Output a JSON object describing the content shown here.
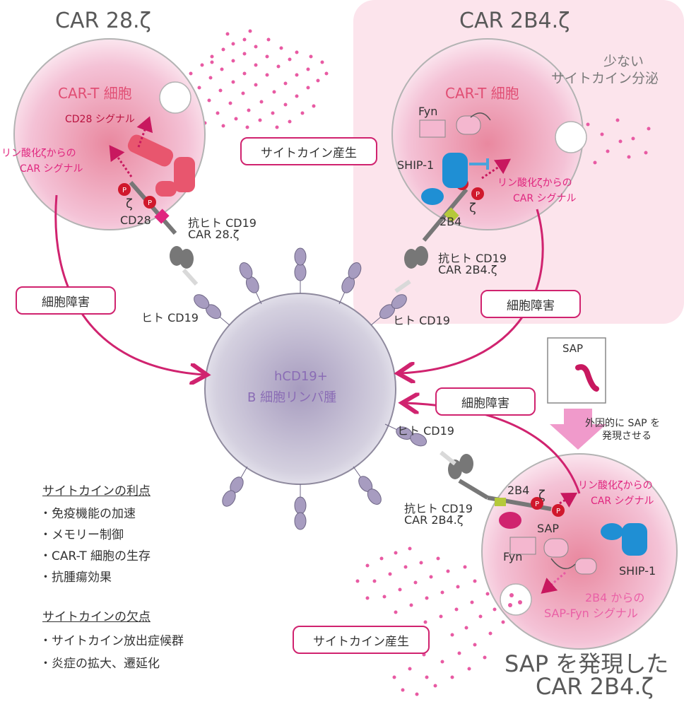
{
  "left": {
    "title": "CAR 28.ζ",
    "cell_label": "CAR-T 細胞",
    "cd28_signal": "CD28 シグナル",
    "phospho_line1": "リン酸化ζからの",
    "phospho_line2": "CAR シグナル",
    "zeta": "ζ",
    "cd28": "CD28",
    "receptor_line1": "抗ヒト CD19",
    "receptor_line2": "CAR 28.ζ",
    "cytokine_box": "サイトカイン産生",
    "kill_box": "細胞障害",
    "target_label": "ヒト CD19"
  },
  "right": {
    "title": "CAR 2B4.ζ",
    "low_line1": "少ない",
    "low_line2": "サイトカイン分泌",
    "cell_label": "CAR-T 細胞",
    "fyn": "Fyn",
    "ship1": "SHIP-1",
    "phospho_line1": "リン酸化ζからの",
    "phospho_line2": "CAR シグナル",
    "zeta": "ζ",
    "b2b4": "2B4",
    "receptor_line1": "抗ヒト CD19",
    "receptor_line2": "CAR 2B4.ζ",
    "target_label": "ヒト CD19",
    "kill_box": "細胞障害"
  },
  "center": {
    "line1": "hCD19+",
    "line2": "B 細胞リンパ腫"
  },
  "bottom": {
    "sap": "SAP",
    "induce_line1": "外因的に SAP を",
    "induce_line2": "発現させる",
    "kill_box": "細胞障害",
    "target_label": "ヒト CD19",
    "b2b4": "2B4",
    "zeta": "ζ",
    "phospho_line1": "リン酸化ζからの",
    "phospho_line2": "CAR シグナル",
    "receptor_line1": "抗ヒト CD19",
    "receptor_line2": "CAR 2B4.ζ",
    "sap_label": "SAP",
    "fyn": "Fyn",
    "ship1": "SHIP-1",
    "sapfyn_line1": "2B4 からの",
    "sapfyn_line2": "SAP-Fyn シグナル",
    "cytokine_box": "サイトカイン産生",
    "title_line1": "SAP を発現した",
    "title_line2": "CAR 2B4.ζ"
  },
  "pros": {
    "heading": "サイトカインの利点",
    "items": [
      "・免疫機能の加速",
      "・メモリー制御",
      "・CAR-T 細胞の生存",
      "・抗腫瘍効果"
    ]
  },
  "cons": {
    "heading": "サイトカインの欠点",
    "items": [
      "・サイトカイン放出症候群",
      "・炎症の拡大、遷延化"
    ]
  },
  "colors": {
    "accent": "#d0236f",
    "cell_pink": "#f2b6cf",
    "tumor": "#bbb3cc",
    "panel": "#fce4ec"
  }
}
